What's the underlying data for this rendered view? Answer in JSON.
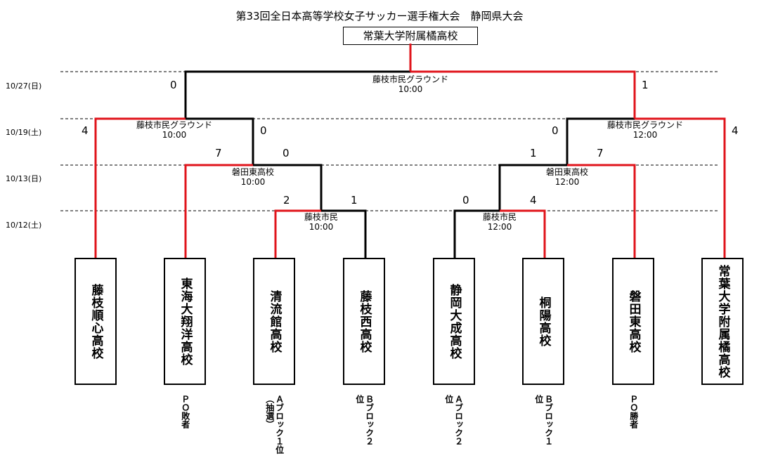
{
  "title": "第33回全日本高等学校女子サッカー選手権大会　静岡県大会",
  "champion": "常葉大学附属橘高校",
  "colors": {
    "winner_line": "#e0141b",
    "loser_line": "#000000",
    "guide": "#000000"
  },
  "dates": [
    "10/27(日)",
    "10/19(土)",
    "10/13(日)",
    "10/12(土)"
  ],
  "teams": [
    {
      "name": "藤枝順心高校",
      "note": ""
    },
    {
      "name": "東海大翔洋高校",
      "note": "ＰＯ敗者"
    },
    {
      "name": "清流館高校",
      "note": "Ａブロック１位（抽選）"
    },
    {
      "name": "藤枝西高校",
      "note": "Ｂブロック２位"
    },
    {
      "name": "静岡大成高校",
      "note": "Ａブロック２位"
    },
    {
      "name": "桐陽高校",
      "note": "Ｂブロック１位"
    },
    {
      "name": "磐田東高校",
      "note": "ＰＯ勝者"
    },
    {
      "name": "常葉大学附属橘高校",
      "note": ""
    }
  ],
  "matches": {
    "r1_left": {
      "venue": "藤枝市民",
      "time": "10:00",
      "score_left": "2",
      "score_right": "1"
    },
    "r1_right": {
      "venue": "藤枝市民",
      "time": "12:00",
      "score_left": "0",
      "score_right": "4"
    },
    "r2_left": {
      "venue": "磐田東高校",
      "time": "10:00",
      "score_left": "7",
      "score_right": "0"
    },
    "r2_right": {
      "venue": "磐田東高校",
      "time": "12:00",
      "score_left": "1",
      "score_right": "7"
    },
    "sf_left": {
      "venue": "藤枝市民グラウンド",
      "time": "10:00",
      "score_left": "4",
      "score_right": "0"
    },
    "sf_right": {
      "venue": "藤枝市民グラウンド",
      "time": "12:00",
      "score_left": "0",
      "score_right": "4"
    },
    "final": {
      "venue": "藤枝市民グラウンド",
      "time": "10:00",
      "score_left": "0",
      "score_right": "1"
    }
  }
}
